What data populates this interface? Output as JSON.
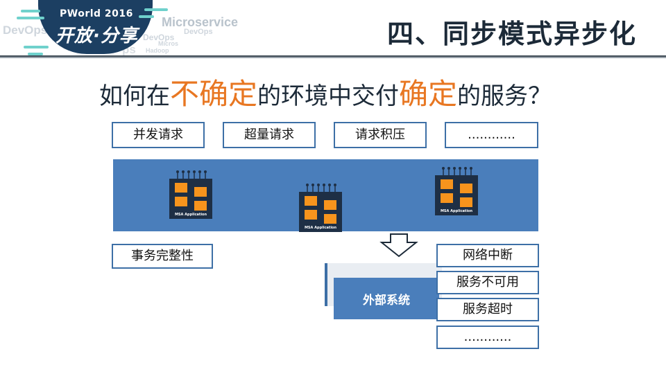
{
  "logo": {
    "top": "PWorld 2016",
    "main": "开放·分享",
    "cloud_words": [
      "DevOps",
      "Microservice",
      "DevOps",
      "DevOps",
      "Hadoop",
      "Micros",
      "ps"
    ]
  },
  "slide_title": "四、同步模式异步化",
  "question": {
    "part1": "如何在",
    "hl1": "不确定",
    "part2": "的环境中交付",
    "hl2": "确定",
    "part3": "的服务？"
  },
  "top_boxes": [
    "并发请求",
    "超量请求",
    "请求积压",
    "............"
  ],
  "app_label": "MSA Application",
  "transaction_box": "事务完整性",
  "external_system": "外部系统",
  "failure_boxes": [
    "网络中断",
    "服务不可用",
    "服务超时",
    "............"
  ],
  "colors": {
    "accent": "#e87722",
    "band": "#4a7ebb",
    "border": "#3d6fa6",
    "chip_module": "#f7941d",
    "chip_body": "#1e2f45"
  }
}
